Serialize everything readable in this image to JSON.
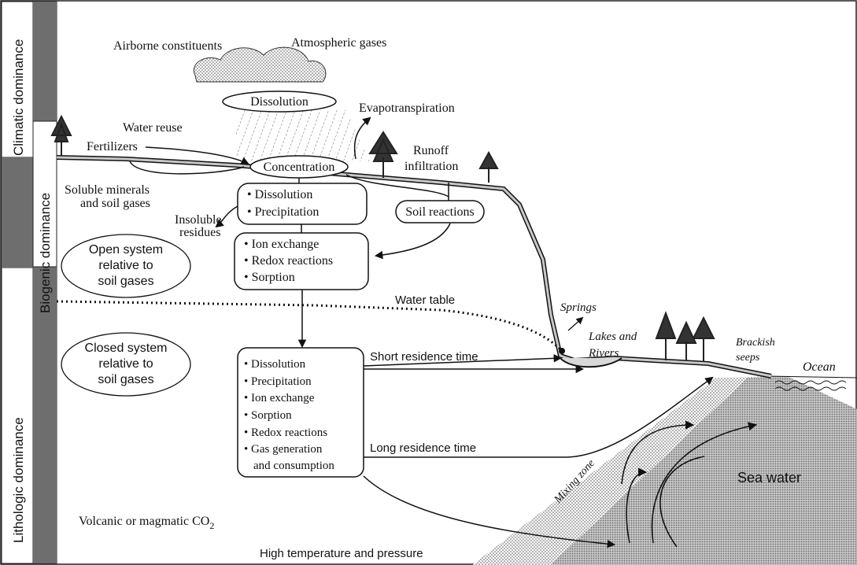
{
  "dominance_bands": {
    "climatic": "Climatic dominance",
    "biogenic": "Biogenic dominance",
    "lithologic": "Lithologic dominance"
  },
  "atmosphere": {
    "airborne": "Airborne constituents",
    "gases": "Atmospheric gases",
    "dissolution_cloud": "Dissolution",
    "evapotranspiration": "Evapotranspiration"
  },
  "surface": {
    "water_reuse": "Water reuse",
    "fertilizers": "Fertilizers",
    "concentration": "Concentration",
    "runoff_line1": "Runoff",
    "runoff_line2": "infiltration",
    "soluble_line1": "Soluble minerals",
    "soluble_line2": "and soil gases",
    "insoluble_line1": "Insoluble",
    "insoluble_line2": "residues",
    "soil_reactions": "Soil reactions"
  },
  "box_upper": {
    "items": [
      "• Dissolution",
      "• Precipitation"
    ]
  },
  "box_middle": {
    "items": [
      "• Ion exchange",
      "• Redox reactions",
      "• Sorption"
    ]
  },
  "box_lower": {
    "items": [
      "• Dissolution",
      "• Precipitation",
      "• Ion exchange",
      "• Sorption",
      "• Redox reactions",
      "• Gas generation",
      "and consumption"
    ]
  },
  "open_system": {
    "lines": [
      "Open system",
      "relative to",
      "soil gases"
    ]
  },
  "closed_system": {
    "lines": [
      "Closed system",
      "relative to",
      "soil gases"
    ]
  },
  "water_table": "Water table",
  "short_residence": "Short residence time",
  "long_residence": "Long residence time",
  "springs": "Springs",
  "lakes_line1": "Lakes and",
  "lakes_line2": "Rivers",
  "brackish_line1": "Brackish",
  "brackish_line2": "seeps",
  "ocean": "Ocean",
  "mixing_zone": "Mixing zone",
  "sea_water": "Sea water",
  "volcanic": "Volcanic or magmatic CO",
  "volcanic_sub": "2",
  "high_temp": "High temperature and pressure"
}
